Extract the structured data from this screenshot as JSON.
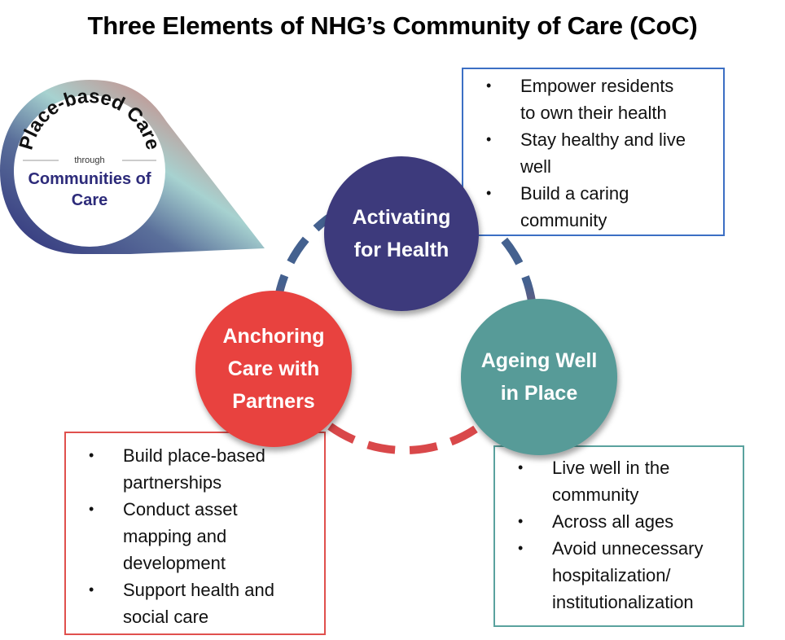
{
  "title": "Three Elements of NHG’s Community of Care (CoC)",
  "logo": {
    "arc_text": "Place-based Care",
    "through": "through",
    "line1": "Communities of",
    "line2": "Care"
  },
  "colors": {
    "activating": "#3d3a7c",
    "anchoring": "#e8423f",
    "ageing": "#579b98",
    "ring_top": "#44618f",
    "ring_bottom": "#d9484a",
    "box_top_border": "#3c6fc4",
    "box_left_border": "#e0504d",
    "box_right_border": "#5aa29e"
  },
  "elements": {
    "activating": {
      "label_lines": [
        "Activating",
        "for Health"
      ],
      "bullets": [
        [
          "Empower residents",
          "to own their health"
        ],
        [
          "Stay healthy and live",
          "well"
        ],
        [
          "Build a caring",
          "community"
        ]
      ]
    },
    "anchoring": {
      "label_lines": [
        "Anchoring",
        "Care with",
        "Partners"
      ],
      "bullets": [
        [
          "Build place-based",
          "partnerships"
        ],
        [
          "Conduct asset",
          "mapping and",
          "development"
        ],
        [
          "Support health and",
          "social care"
        ]
      ]
    },
    "ageing": {
      "label_lines": [
        "Ageing Well",
        "in Place"
      ],
      "bullets": [
        [
          "Live well in the",
          "community"
        ],
        [
          "Across all ages"
        ],
        [
          "Avoid unnecessary",
          "hospitalization/",
          "institutionalization"
        ]
      ]
    }
  },
  "bullet_glyph": "•"
}
